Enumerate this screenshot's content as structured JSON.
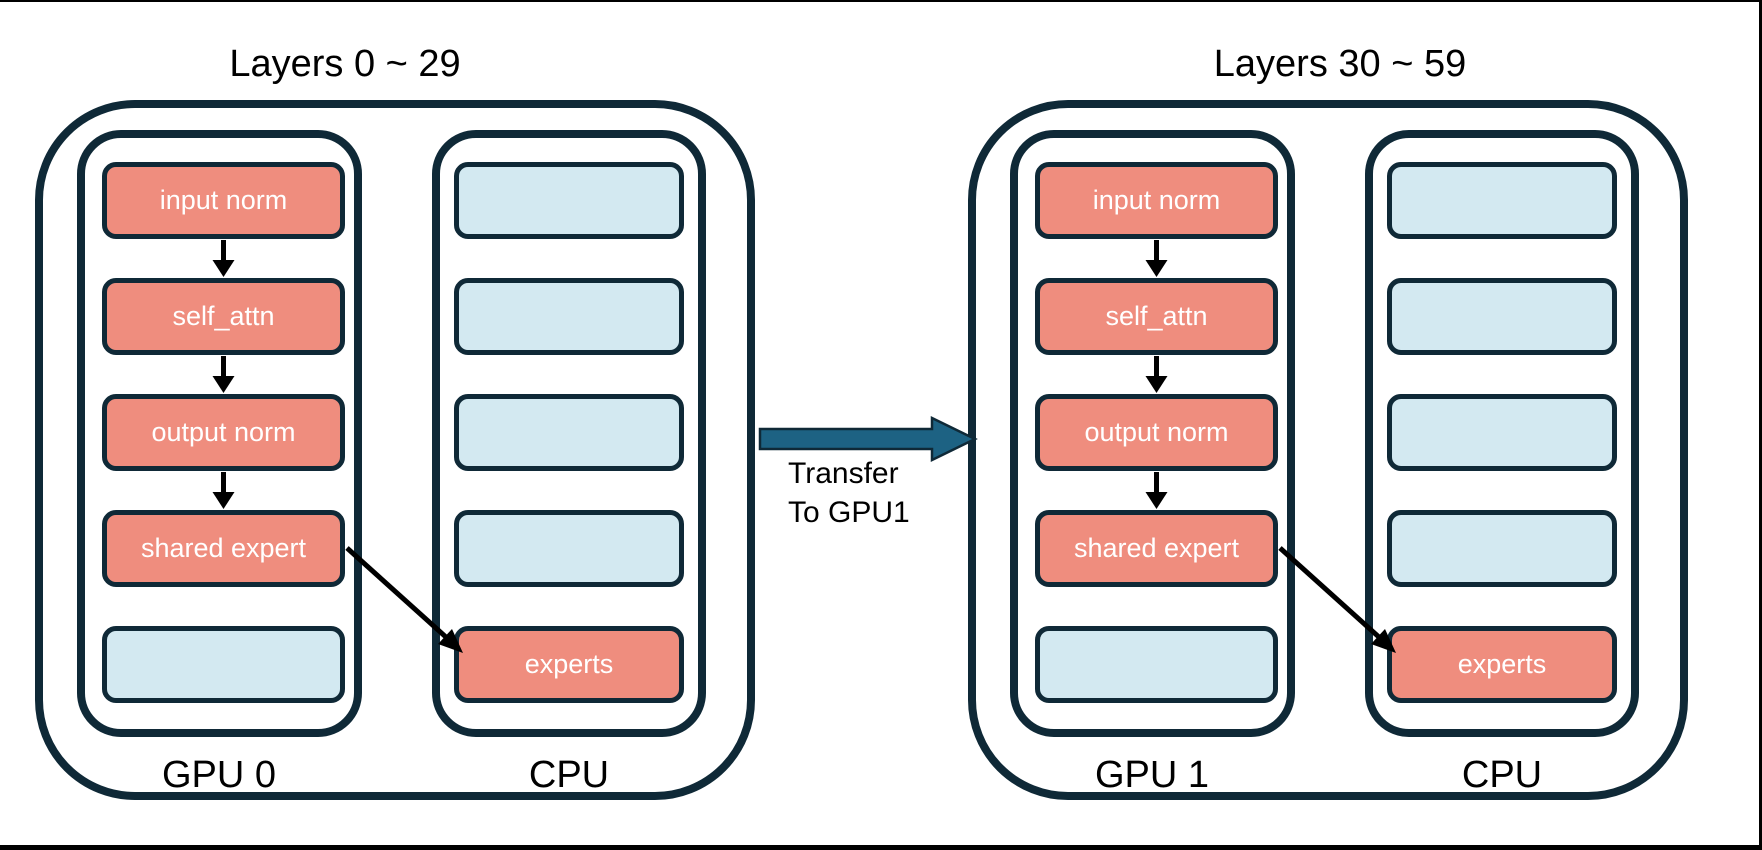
{
  "groups": [
    {
      "title": "Layers 0 ~ 29",
      "gpu": {
        "label": "GPU 0",
        "boxes": [
          {
            "label": "input norm",
            "type": "module"
          },
          {
            "label": "self_attn",
            "type": "module"
          },
          {
            "label": "output norm",
            "type": "module"
          },
          {
            "label": "shared expert",
            "type": "module"
          },
          {
            "label": "",
            "type": "empty"
          }
        ]
      },
      "cpu": {
        "label": "CPU",
        "boxes": [
          {
            "label": "",
            "type": "empty"
          },
          {
            "label": "",
            "type": "empty"
          },
          {
            "label": "",
            "type": "empty"
          },
          {
            "label": "",
            "type": "empty"
          },
          {
            "label": "experts",
            "type": "module"
          }
        ]
      }
    },
    {
      "title": "Layers 30 ~ 59",
      "gpu": {
        "label": "GPU 1",
        "boxes": [
          {
            "label": "input norm",
            "type": "module"
          },
          {
            "label": "self_attn",
            "type": "module"
          },
          {
            "label": "output norm",
            "type": "module"
          },
          {
            "label": "shared expert",
            "type": "module"
          },
          {
            "label": "",
            "type": "empty"
          }
        ]
      },
      "cpu": {
        "label": "CPU",
        "boxes": [
          {
            "label": "",
            "type": "empty"
          },
          {
            "label": "",
            "type": "empty"
          },
          {
            "label": "",
            "type": "empty"
          },
          {
            "label": "",
            "type": "empty"
          },
          {
            "label": "experts",
            "type": "module"
          }
        ]
      }
    }
  ],
  "transfer": {
    "label_line1": "Transfer",
    "label_line2": "To GPU1"
  },
  "colors": {
    "module_fill": "#ef8d7e",
    "empty_fill": "#d3e9f1",
    "outline": "#0f2937",
    "arrow": "#000000",
    "transfer_arrow": "#1d6283"
  }
}
